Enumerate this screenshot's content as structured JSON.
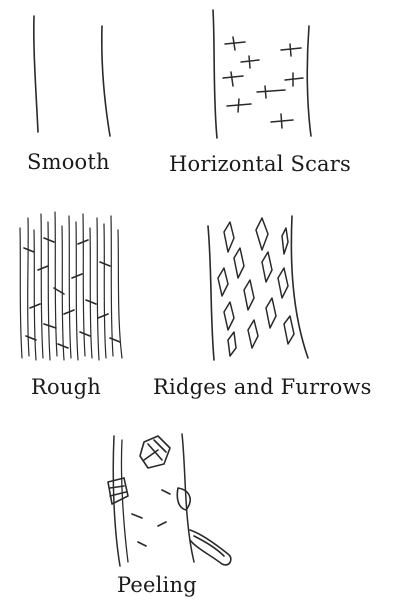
{
  "bark_types": [
    {
      "id": "smooth",
      "label": "Smooth"
    },
    {
      "id": "horizontal-scars",
      "label": "Horizontal Scars"
    },
    {
      "id": "rough",
      "label": "Rough"
    },
    {
      "id": "ridges-and-furrows",
      "label": "Ridges and Furrows"
    },
    {
      "id": "peeling",
      "label": "Peeling"
    }
  ],
  "colors": {
    "ink": "#2a2a2a",
    "background": "#ffffff"
  }
}
